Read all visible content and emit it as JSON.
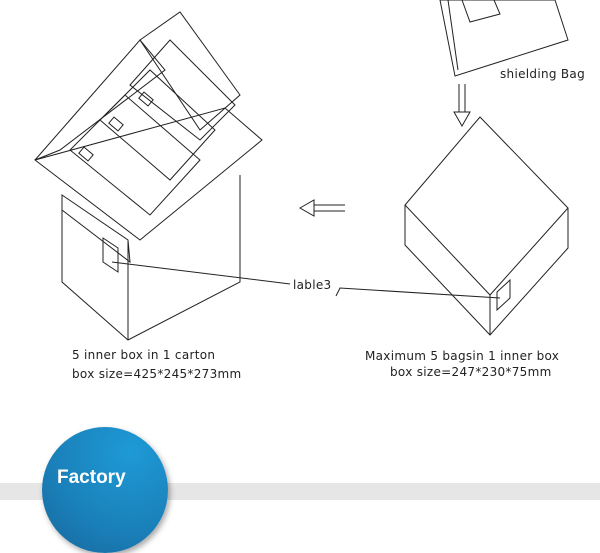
{
  "labels": {
    "shielding_bag": "shielding Bag",
    "lable": "lable3",
    "carton_line1": "5 inner box in 1 carton",
    "carton_line2": "box size=425*245*273mm",
    "inner_line1": "Maximum 5 bagsin 1 inner box",
    "inner_line2": "box size=247*230*75mm"
  },
  "badge": {
    "label": "Factory",
    "color": "#1a86c2"
  },
  "band_color": "#e6e6e6"
}
